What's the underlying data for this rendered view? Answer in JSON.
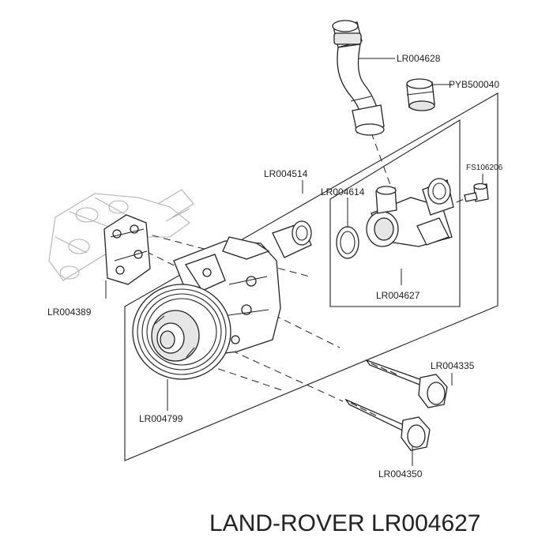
{
  "labels": {
    "hose": "LR004628",
    "clip": "PYB500040",
    "pump_kit": "LR004514",
    "oring": "LR004614",
    "screw": "FS106206",
    "housing": "LR004627",
    "gasket": "LR004389",
    "pulley": "LR004799",
    "bolt_long": "LR004335",
    "bolt_short": "LR004350"
  },
  "caption": "LAND-ROVER LR004627"
}
